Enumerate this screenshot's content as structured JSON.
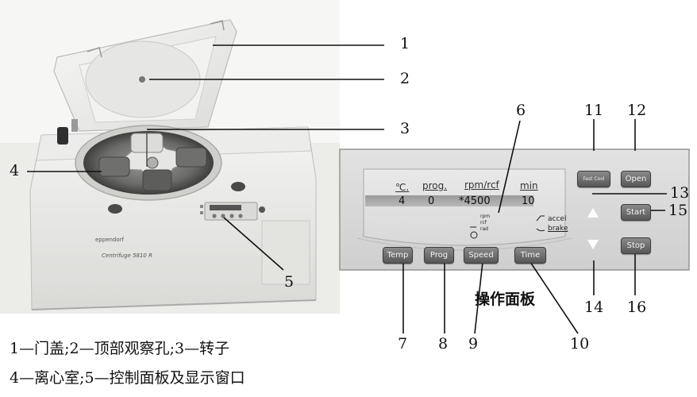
{
  "callouts": [
    "1",
    "2",
    "3",
    "4",
    "5",
    "6",
    "7",
    "8",
    "9",
    "10",
    "11",
    "12",
    "13",
    "14",
    "15",
    "16"
  ],
  "legend": {
    "line1": "1—门盖;2—顶部观察孔;3—转子",
    "line2": "4—离心室;5—控制面板及显示窗口"
  },
  "panel": {
    "title": "操作面板",
    "display_labels": [
      "℃.",
      "prog.",
      "rpm/rcf",
      "min"
    ],
    "display_values": [
      "4",
      "0",
      "*4500",
      "10"
    ],
    "indicators": {
      "accel": "accel",
      "brake": "brake",
      "rpm": "rpm",
      "rcf": "rcf",
      "rad": "rad"
    },
    "buttons": {
      "temp": "Temp",
      "prog": "Prog",
      "speed": "Speed",
      "time": "Time",
      "fast_cool": "Fast Cool",
      "open": "Open",
      "start": "Start",
      "stop": "Stop"
    }
  },
  "device": {
    "brand": "eppendorf",
    "model": "Centrifuge 5810 R"
  }
}
